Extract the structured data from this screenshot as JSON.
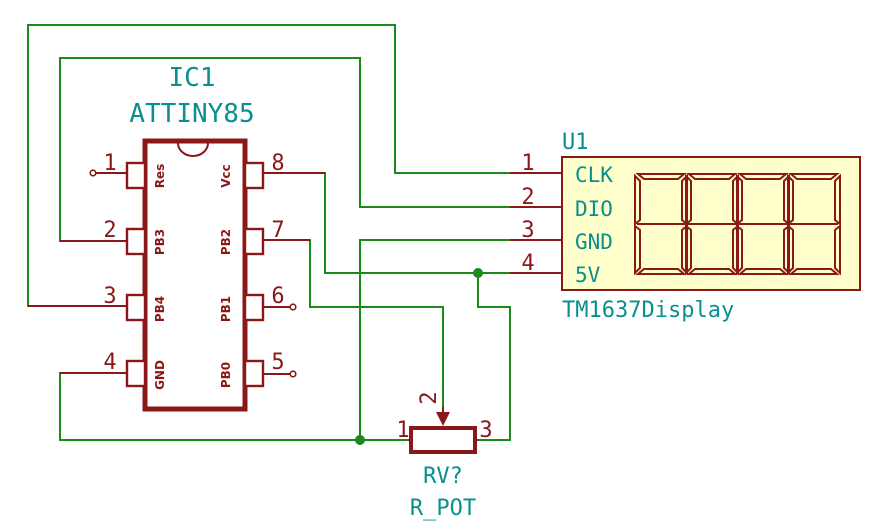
{
  "ic1": {
    "reference": "IC1",
    "value": "ATTINY85",
    "pins": [
      {
        "num": "1",
        "name": "Res"
      },
      {
        "num": "2",
        "name": "PB3"
      },
      {
        "num": "3",
        "name": "PB4"
      },
      {
        "num": "4",
        "name": "GND"
      },
      {
        "num": "8",
        "name": "Vcc"
      },
      {
        "num": "7",
        "name": "PB2"
      },
      {
        "num": "6",
        "name": "PB1"
      },
      {
        "num": "5",
        "name": "PB0"
      }
    ]
  },
  "u1": {
    "reference": "U1",
    "value": "TM1637Display",
    "pins": [
      {
        "num": "1",
        "name": "CLK"
      },
      {
        "num": "2",
        "name": "DIO"
      },
      {
        "num": "3",
        "name": "GND"
      },
      {
        "num": "4",
        "name": "5V"
      }
    ]
  },
  "rv": {
    "reference": "RV?",
    "value": "R_POT",
    "pins": [
      "1",
      "2",
      "3"
    ]
  },
  "colors": {
    "wire": "#1b8a1b",
    "component": "#8a1818",
    "label": "#0a8f8f",
    "display_fill": "#ffffcc"
  }
}
